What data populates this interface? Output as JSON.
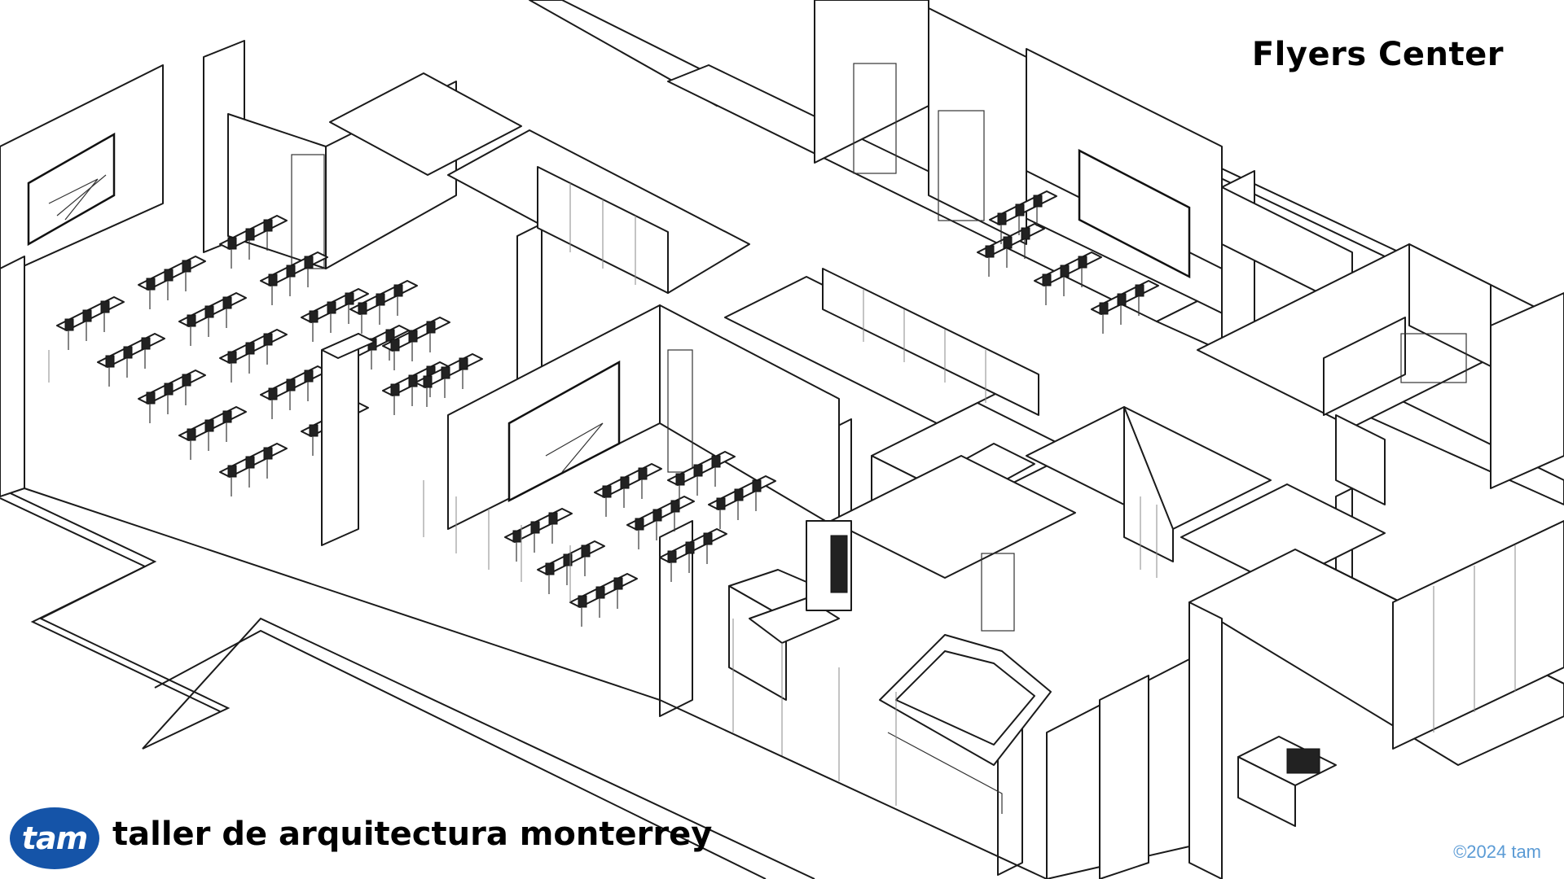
{
  "title": "Flyers Center",
  "brand": {
    "logo_text": "tam",
    "name": "taller de arquitectura monterrey",
    "logo_color": "#1554a8"
  },
  "copyright": "©2024 tam",
  "colors": {
    "copyright": "#5b9bd5",
    "lines": "#1a1a1a"
  }
}
